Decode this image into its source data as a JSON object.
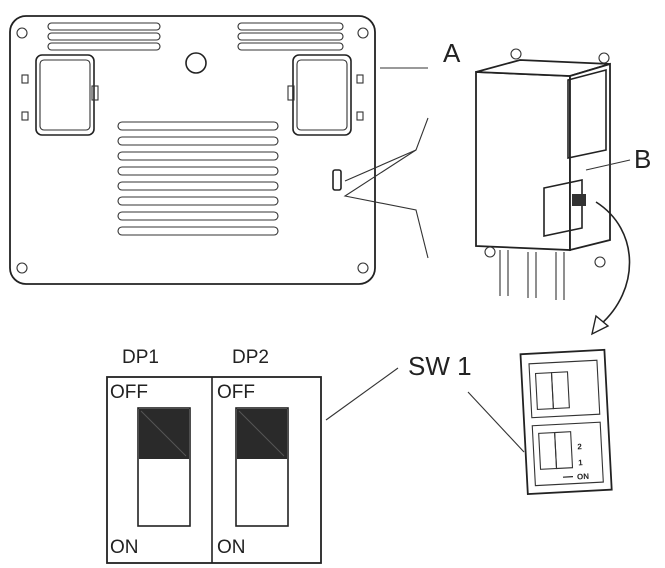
{
  "callouts": {
    "a": "A",
    "b": "B",
    "sw1": "SW 1"
  },
  "dip_switches": [
    {
      "name": "DP1",
      "off_label": "OFF",
      "on_label": "ON",
      "position": "OFF"
    },
    {
      "name": "DP2",
      "off_label": "OFF",
      "on_label": "ON",
      "position": "OFF"
    }
  ],
  "detail_markings": {
    "digit_1": "1",
    "digit_2": "2",
    "on_mark": "ON"
  },
  "colors": {
    "line": "#222222",
    "toggle_fill": "#2a2a2a",
    "background": "#ffffff"
  }
}
